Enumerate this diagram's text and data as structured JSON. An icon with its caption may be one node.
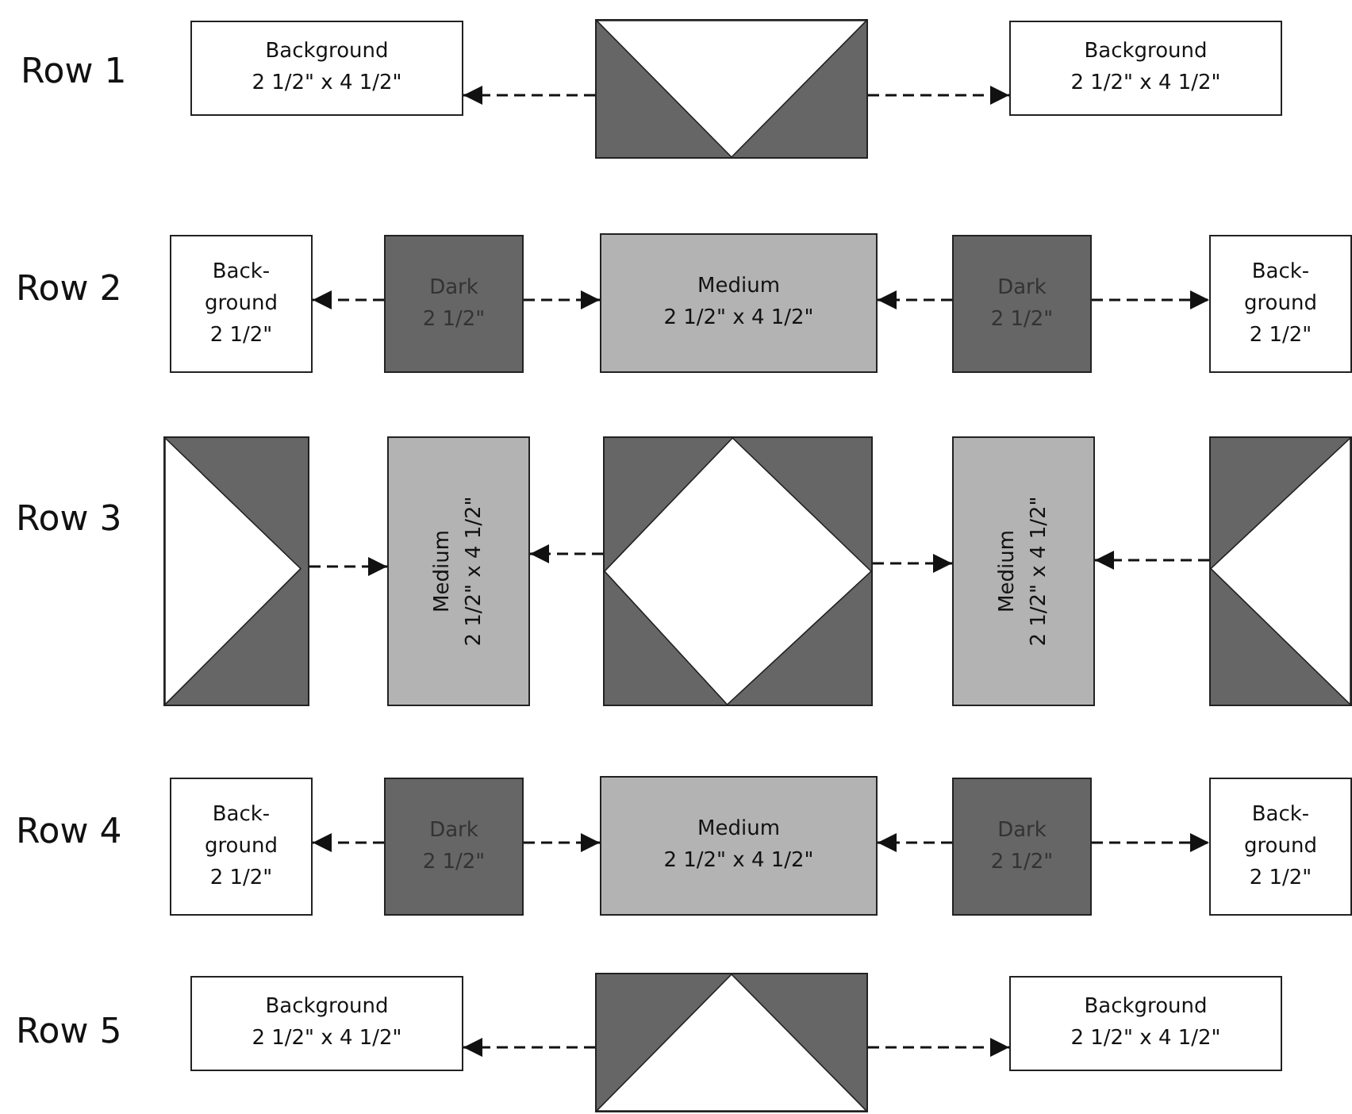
{
  "diagram": {
    "nodes": [
      {
        "text": [
          "Background",
          "2 1/2\" x 4 1/2\""
        ]
      },
      {
        "text": [],
        "shape": "box"
      },
      {
        "text": [
          "Background",
          "2 1/2\" x 4 1/2\""
        ]
      },
      {
        "text": [
          "Back- ground",
          "2 1/2\""
        ]
      },
      {
        "text": [
          "Dark",
          "2 1/2\""
        ]
      },
      {
        "text": [
          "Medium",
          "2 1/2\" x 4 1/2\""
        ]
      },
      {
        "text": [
          "Dark",
          "2 1/2\""
        ]
      },
      {
        "text": [
          "Back- ground",
          "2 1/2\""
        ]
      },
      {
        "text": [],
        "shape": "box"
      },
      {
        "text": [
          "Medium",
          "2 1/2\" x 4 1/2\""
        ]
      },
      {
        "text": [],
        "shape": "box"
      },
      {
        "text": [
          "Medium",
          "2 1/2\" x 4 1/2\""
        ]
      },
      {
        "text": [],
        "shape": "box"
      },
      {
        "text": [
          "Back- ground",
          "2 1/2\""
        ]
      },
      {
        "text": [
          "Dark",
          "2 1/2\""
        ]
      },
      {
        "text": [
          "Medium",
          "2 1/2\" x 4 1/2\""
        ]
      },
      {
        "text": [
          "Dark",
          "2 1/2\""
        ]
      },
      {
        "text": [
          "Back- ground",
          "2 1/2\""
        ]
      },
      {
        "text": [
          "Background",
          "2 1/2\" x 4 1/2\""
        ]
      },
      {
        "text": [],
        "shape": "box"
      },
      {
        "text": [
          "Background",
          "2 1/2\" x 4 1/2\""
        ]
      }
    ],
    "edges": [
      {
        "from": 1,
        "to": 0,
        "arrow": "to"
      },
      {
        "from": 1,
        "to": 2,
        "arrow": "to"
      },
      {
        "from": 4,
        "to": 3,
        "arrow": "to"
      },
      {
        "from": 4,
        "to": 5,
        "arrow": "to"
      },
      {
        "from": 6,
        "to": 5,
        "arrow": "to"
      },
      {
        "from": 6,
        "to": 7,
        "arrow": "to"
      },
      {
        "from": 8,
        "to": 9,
        "arrow": "to"
      },
      {
        "from": 10,
        "to": 9,
        "arrow": "to"
      },
      {
        "from": 10,
        "to": 11,
        "arrow": "to"
      },
      {
        "from": 12,
        "to": 11,
        "arrow": "to"
      },
      {
        "from": 14,
        "to": 13,
        "arrow": "to"
      },
      {
        "from": 14,
        "to": 15,
        "arrow": "to"
      },
      {
        "from": 16,
        "to": 15,
        "arrow": "to"
      },
      {
        "from": 16,
        "to": 17,
        "arrow": "to"
      },
      {
        "from": 19,
        "to": 18,
        "arrow": "to"
      },
      {
        "from": 19,
        "to": 20,
        "arrow": "to"
      }
    ],
    "labels": [
      "Row 1",
      "Row 2",
      "Row 3",
      "Row 4",
      "Row 5"
    ]
  }
}
